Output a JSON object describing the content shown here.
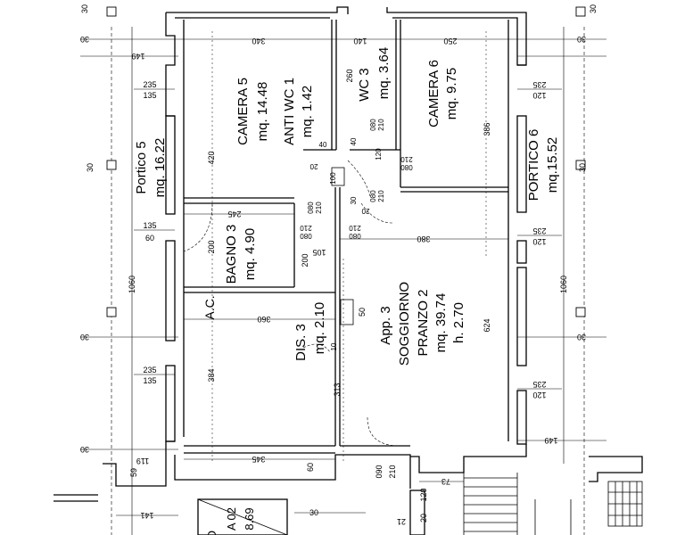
{
  "rooms": {
    "camera5_name": "CAMERA 5",
    "camera5_area": "mq. 14.48",
    "antiwc_name": "ANTI WC 1",
    "antiwc_area": "mq. 1.42",
    "wc3_name": "WC 3",
    "wc3_area": "mq. 3.64",
    "camera6_name": "CAMERA 6",
    "camera6_area": "mq. 9.75",
    "portico5_name": "Portico 5",
    "portico5_area": "mq. 16.22",
    "portico6_name": "PORTICO 6",
    "portico6_area": "mq.15.52",
    "bagno3_name": "BAGNO 3",
    "bagno3_area": "mq. 4.90",
    "dis3_name": "DIS. 3",
    "dis3_area": "mq. 2.10",
    "app_name": "App. 3",
    "soggiorno_name": "SOGGIORNO",
    "pranzo_name": "PRANZO 2",
    "pranzo_area": "mq. 39.74",
    "pranzo_height": "h. 2.70",
    "ac_label": "A.C.",
    "partial_label_1": "O",
    "partial_label_2": "A 02",
    "partial_area": "8.69"
  },
  "dims": {
    "d340": "340",
    "d140": "140",
    "d250": "250",
    "d30": "30",
    "d149": "149",
    "d119": "119",
    "d235": "235",
    "d135": "135",
    "d120": "120",
    "d60": "60",
    "d260": "260",
    "d420": "420",
    "d386": "386",
    "d1060": "1060",
    "d245": "245",
    "d200": "200",
    "d105": "105",
    "d380": "380",
    "d360": "360",
    "d384": "384",
    "d313": "313",
    "d624": "624",
    "d345": "345",
    "d50": "50",
    "d40": "40",
    "d20": "20",
    "d100": "100",
    "d080": "080",
    "d210": "210",
    "d090": "090",
    "d10": "10",
    "d59": "59",
    "d141": "141",
    "d73": "73",
    "d21": "21"
  }
}
